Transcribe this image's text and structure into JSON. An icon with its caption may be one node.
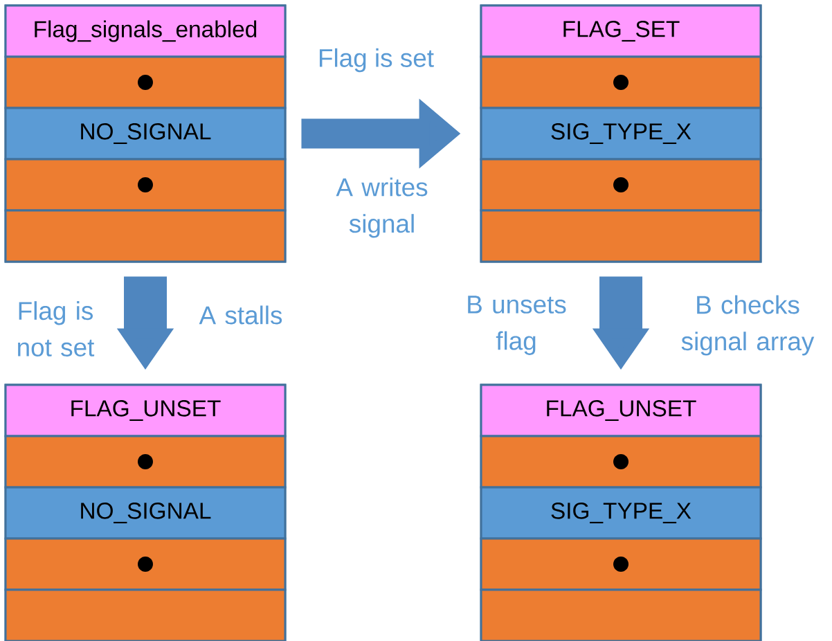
{
  "diagram": {
    "nodes": [
      {
        "text": [],
        "shape": "box"
      },
      {
        "text": [
          "Flag_signals_enabled"
        ],
        "in": 0
      },
      {
        "text": [],
        "shape": "box",
        "in": 0
      },
      {
        "text": [
          "NO_SIGNAL"
        ],
        "in": 0
      },
      {
        "text": [],
        "shape": "box",
        "in": 0
      },
      {
        "text": [],
        "shape": "box",
        "in": 0
      },
      {
        "text": [],
        "shape": "box"
      },
      {
        "text": [
          "FLAG_SET"
        ],
        "in": 6
      },
      {
        "text": [],
        "shape": "box",
        "in": 6
      },
      {
        "text": [
          "SIG_TYPE_X"
        ],
        "in": 6
      },
      {
        "text": [],
        "shape": "box",
        "in": 6
      },
      {
        "text": [],
        "shape": "box",
        "in": 6
      },
      {
        "text": [],
        "shape": "box"
      },
      {
        "text": [
          "FLAG_UNSET"
        ],
        "in": 12
      },
      {
        "text": [],
        "shape": "box",
        "in": 12
      },
      {
        "text": [
          "NO_SIGNAL"
        ],
        "in": 12
      },
      {
        "text": [],
        "shape": "box",
        "in": 12
      },
      {
        "text": [],
        "shape": "box",
        "in": 12
      },
      {
        "text": [],
        "shape": "box"
      },
      {
        "text": [
          "FLAG_UNSET"
        ],
        "in": 18
      },
      {
        "text": [],
        "shape": "box",
        "in": 18
      },
      {
        "text": [
          "SIG_TYPE_X"
        ],
        "in": 18
      },
      {
        "text": [],
        "shape": "box",
        "in": 18
      },
      {
        "text": [],
        "shape": "box",
        "in": 18
      }
    ],
    "edges": [
      {
        "from": 0,
        "to": 6,
        "arrow": "to",
        "label": "Flag is set"
      },
      {
        "from": 0,
        "to": 12,
        "arrow": "to"
      },
      {
        "from": 6,
        "to": 18,
        "arrow": "to"
      }
    ],
    "labels": [
      "A writes signal",
      "Flag is not set",
      "A stalls",
      "B unsets flag",
      "B checks signal array"
    ]
  }
}
